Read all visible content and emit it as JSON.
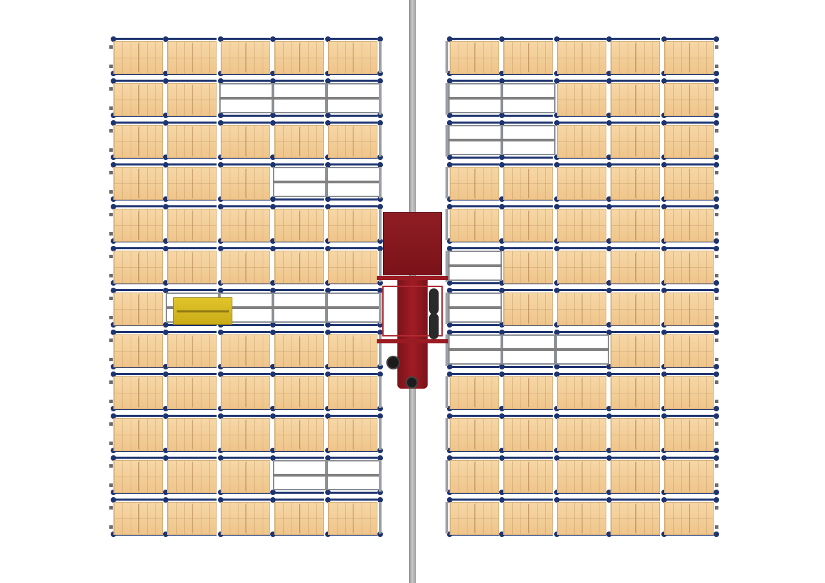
{
  "colors": {
    "beam": "#1e3470",
    "pallet": "#efc58b",
    "crane": "#8f1d24",
    "shuttle": "#d8b920",
    "rail": "#a3a3a3"
  },
  "racks": {
    "left": {
      "levels": [
        [
          1,
          1,
          1,
          1,
          1
        ],
        [
          1,
          1,
          0,
          0,
          0
        ],
        [
          1,
          1,
          1,
          1,
          1
        ],
        [
          1,
          1,
          1,
          0,
          0
        ],
        [
          1,
          1,
          1,
          1,
          1
        ],
        [
          1,
          1,
          1,
          1,
          1
        ],
        [
          1,
          0,
          0,
          0,
          0
        ],
        [
          1,
          1,
          1,
          1,
          1
        ],
        [
          1,
          1,
          1,
          1,
          1
        ],
        [
          1,
          1,
          1,
          1,
          1
        ],
        [
          1,
          1,
          1,
          0,
          0
        ],
        [
          1,
          1,
          1,
          1,
          1
        ]
      ]
    },
    "right": {
      "levels": [
        [
          1,
          1,
          1,
          1,
          1
        ],
        [
          0,
          0,
          1,
          1,
          1
        ],
        [
          0,
          0,
          1,
          1,
          1
        ],
        [
          1,
          1,
          1,
          1,
          1
        ],
        [
          1,
          1,
          1,
          1,
          1
        ],
        [
          0,
          1,
          1,
          1,
          1
        ],
        [
          0,
          1,
          1,
          1,
          1
        ],
        [
          0,
          0,
          0,
          1,
          1
        ],
        [
          1,
          1,
          1,
          1,
          1
        ],
        [
          1,
          1,
          1,
          1,
          1
        ],
        [
          1,
          1,
          1,
          1,
          1
        ],
        [
          1,
          1,
          1,
          1,
          1
        ]
      ]
    }
  },
  "shuttle": {
    "level": 7,
    "side": "left"
  },
  "crane": {
    "level": 5,
    "icon": "stacker-crane-icon"
  }
}
